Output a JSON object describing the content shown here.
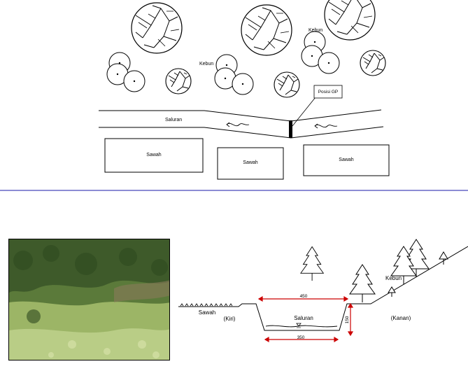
{
  "plan": {
    "kebun_labels": [
      "Kebun",
      "Kebun"
    ],
    "saluran_label": "Saluran",
    "gp_callout": "Posisi GP",
    "sawah_labels": [
      "Sawah",
      "Sawah",
      "Sawah"
    ]
  },
  "section": {
    "top_width": "450",
    "bottom_width": "350",
    "depth": "150",
    "channel_label": "Saluran",
    "left_label": "Sawah",
    "left_side": "(Kiri)",
    "right_label": "Kebun",
    "right_side": "(Kanan)"
  },
  "colors": {
    "divider": "#1a1aa8",
    "dimension": "#cc0000",
    "ink": "#000000"
  }
}
